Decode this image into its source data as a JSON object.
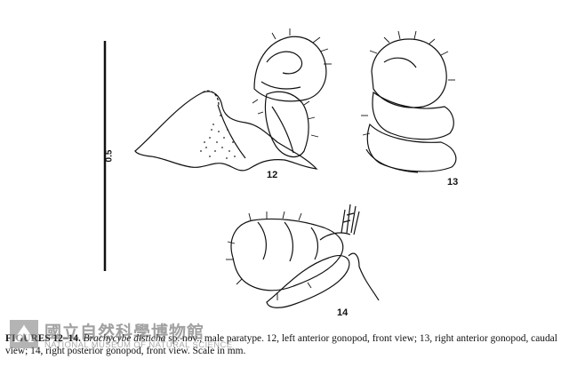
{
  "figure": {
    "scale_label": "0.5",
    "labels": {
      "fig12": "12",
      "fig13": "13",
      "fig14": "14"
    }
  },
  "watermark": {
    "chinese": "國立自然科學博物館",
    "english": "NATIONAL MUSEUM OF NATURAL SCIENCE"
  },
  "caption": {
    "lead": "FIGURES 12–14.",
    "species": "Brachycybe disticha",
    "body": " sp. nov., male paratype. 12, left anterior gonopod, front view; 13, right anterior gonopod, caudal view; 14, right posterior gonopod, front view. Scale in mm."
  }
}
